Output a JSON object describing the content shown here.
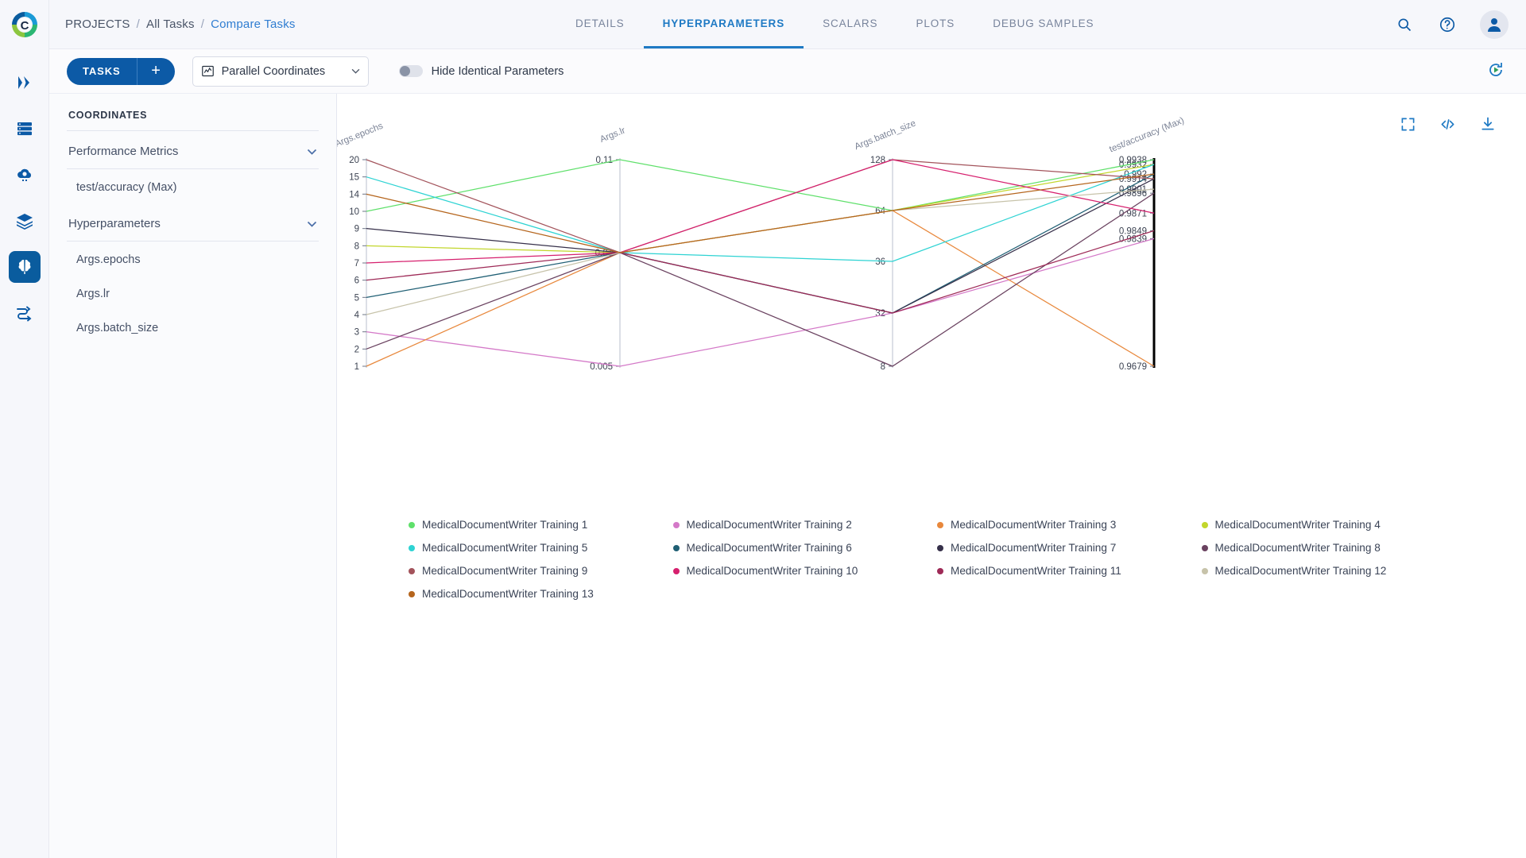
{
  "app": {
    "logo_icon": "clearml-logo-icon"
  },
  "breadcrumb": {
    "projects": "PROJECTS",
    "sep": "/",
    "all_tasks": "All Tasks",
    "current": "Compare Tasks"
  },
  "header": {
    "tabs": [
      {
        "label": "DETAILS",
        "active": false
      },
      {
        "label": "HYPERPARAMETERS",
        "active": true
      },
      {
        "label": "SCALARS",
        "active": false
      },
      {
        "label": "PLOTS",
        "active": false
      },
      {
        "label": "DEBUG SAMPLES",
        "active": false
      }
    ],
    "search_icon": "search-icon",
    "help_icon": "help-circle-icon",
    "avatar_icon": "user-avatar-icon"
  },
  "rail": {
    "items": [
      {
        "name": "pipelines-icon",
        "active": false
      },
      {
        "name": "datasets-icon",
        "active": false
      },
      {
        "name": "hyper-datasets-icon",
        "active": false
      },
      {
        "name": "models-icon",
        "active": false
      },
      {
        "name": "experiments-icon",
        "active": true
      },
      {
        "name": "workflows-icon",
        "active": false
      }
    ]
  },
  "toolbar": {
    "tasks_label": "TASKS",
    "add_label": "+",
    "plot_type": "Parallel Coordinates",
    "plot_type_icon": "chart-line-icon",
    "chevron_icon": "chevron-down-icon",
    "hide_identical_label": "Hide Identical Parameters",
    "hide_identical_on": false,
    "refresh_icon": "auto-refresh-icon"
  },
  "sidebar": {
    "title": "COORDINATES",
    "groups": [
      {
        "label": "Performance Metrics",
        "chevron": "chevron-down-icon",
        "items": [
          "test/accuracy (Max)"
        ]
      },
      {
        "label": "Hyperparameters",
        "chevron": "chevron-down-icon",
        "items": [
          "Args.epochs",
          "Args.lr",
          "Args.batch_size"
        ]
      }
    ]
  },
  "chart_tools": {
    "fullscreen_icon": "expand-icon",
    "code_icon": "embed-code-icon",
    "download_icon": "download-icon"
  },
  "chart_data": {
    "type": "parallel-coordinates",
    "title": "",
    "axes": [
      {
        "name": "Args.epochs",
        "type": "categorical-ordinal",
        "ticks": [
          20,
          15,
          14,
          10,
          9,
          8,
          7,
          6,
          5,
          4,
          3,
          2,
          1
        ]
      },
      {
        "name": "Args.lr",
        "type": "numeric",
        "ticks": [
          0.11,
          0.01,
          0.005
        ]
      },
      {
        "name": "Args.batch_size",
        "type": "numeric",
        "ticks": [
          128,
          64,
          36,
          32,
          8
        ]
      },
      {
        "name": "test/accuracy (Max)",
        "type": "numeric",
        "ticks": [
          0.9938,
          0.9932,
          0.992,
          0.9914,
          0.9901,
          0.9896,
          0.9871,
          0.9849,
          0.9839,
          0.9679
        ]
      }
    ],
    "series": [
      {
        "name": "MedicalDocumentWriter Training 1",
        "color": "#5fe06b",
        "values": {
          "Args.epochs": 10,
          "Args.lr": 0.11,
          "Args.batch_size": 64,
          "test/accuracy (Max)": 0.9938
        }
      },
      {
        "name": "MedicalDocumentWriter Training 2",
        "color": "#d479c8",
        "values": {
          "Args.epochs": 3,
          "Args.lr": 0.005,
          "Args.batch_size": 32,
          "test/accuracy (Max)": 0.9839
        }
      },
      {
        "name": "MedicalDocumentWriter Training 3",
        "color": "#e8883c",
        "values": {
          "Args.epochs": 1,
          "Args.lr": 0.01,
          "Args.batch_size": 64,
          "test/accuracy (Max)": 0.9679
        }
      },
      {
        "name": "MedicalDocumentWriter Training 4",
        "color": "#c2d62c",
        "values": {
          "Args.epochs": 8,
          "Args.lr": 0.01,
          "Args.batch_size": 64,
          "test/accuracy (Max)": 0.9932
        }
      },
      {
        "name": "MedicalDocumentWriter Training 5",
        "color": "#2ed3d3",
        "values": {
          "Args.epochs": 15,
          "Args.lr": 0.01,
          "Args.batch_size": 36,
          "test/accuracy (Max)": 0.9932
        }
      },
      {
        "name": "MedicalDocumentWriter Training 6",
        "color": "#1f5f74",
        "values": {
          "Args.epochs": 5,
          "Args.lr": 0.01,
          "Args.batch_size": 32,
          "test/accuracy (Max)": 0.992
        }
      },
      {
        "name": "MedicalDocumentWriter Training 7",
        "color": "#36304a",
        "values": {
          "Args.epochs": 9,
          "Args.lr": 0.01,
          "Args.batch_size": 32,
          "test/accuracy (Max)": 0.9914
        }
      },
      {
        "name": "MedicalDocumentWriter Training 8",
        "color": "#6a4260",
        "values": {
          "Args.epochs": 2,
          "Args.lr": 0.01,
          "Args.batch_size": 8,
          "test/accuracy (Max)": 0.9896
        }
      },
      {
        "name": "MedicalDocumentWriter Training 9",
        "color": "#a3535b",
        "values": {
          "Args.epochs": 20,
          "Args.lr": 0.01,
          "Args.batch_size": 128,
          "test/accuracy (Max)": 0.9914
        }
      },
      {
        "name": "MedicalDocumentWriter Training 10",
        "color": "#d6206e",
        "values": {
          "Args.epochs": 7,
          "Args.lr": 0.01,
          "Args.batch_size": 128,
          "test/accuracy (Max)": 0.9871
        }
      },
      {
        "name": "MedicalDocumentWriter Training 11",
        "color": "#9e2a57",
        "values": {
          "Args.epochs": 6,
          "Args.lr": 0.01,
          "Args.batch_size": 32,
          "test/accuracy (Max)": 0.9849
        }
      },
      {
        "name": "MedicalDocumentWriter Training 12",
        "color": "#c7c3aa",
        "values": {
          "Args.epochs": 4,
          "Args.lr": 0.01,
          "Args.batch_size": 64,
          "test/accuracy (Max)": 0.9901
        }
      },
      {
        "name": "MedicalDocumentWriter Training 13",
        "color": "#b5651d",
        "values": {
          "Args.epochs": 14,
          "Args.lr": 0.01,
          "Args.batch_size": 64,
          "test/accuracy (Max)": 0.992
        }
      }
    ],
    "legend_position": "bottom"
  }
}
